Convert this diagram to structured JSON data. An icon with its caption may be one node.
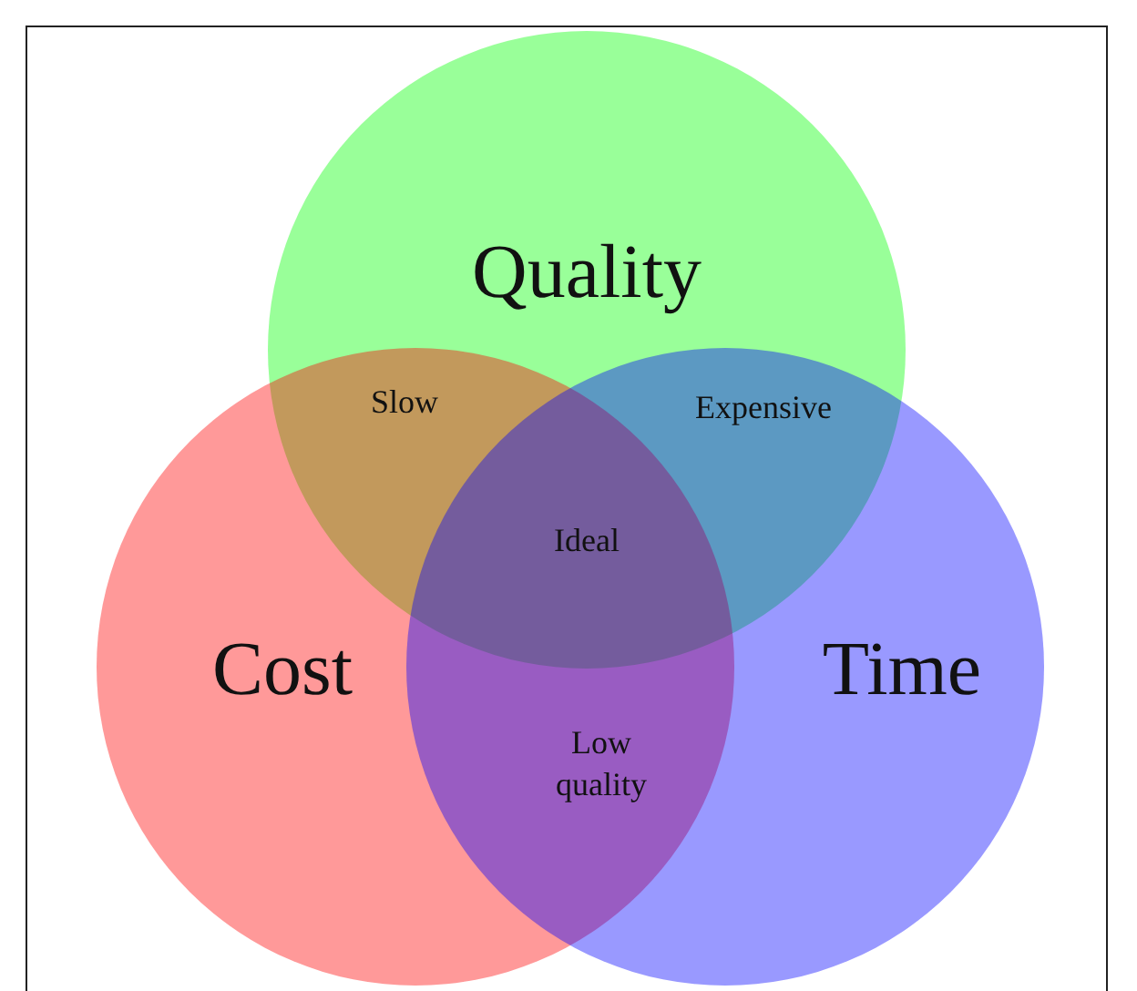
{
  "diagram": {
    "nodes": [
      {
        "text": [
          "Quality"
        ]
      },
      {
        "text": [
          "Cost"
        ]
      },
      {
        "text": [
          "Time"
        ]
      }
    ],
    "labels": [
      "Slow",
      "Expensive",
      "Ideal",
      "Low quality"
    ]
  }
}
